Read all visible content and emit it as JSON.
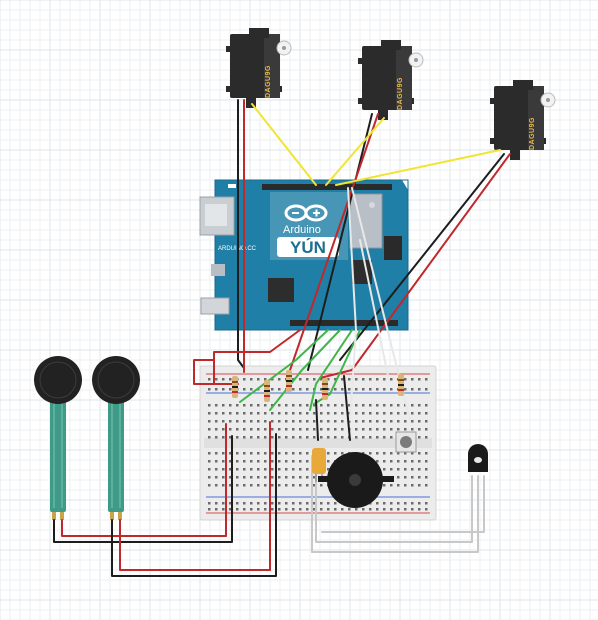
{
  "canvas": {
    "background": "#ffffff",
    "grid_color": "#e6eaee"
  },
  "colors": {
    "board": "#1f7fa6",
    "board_dark": "#176a8c",
    "breadboard": "#ececec",
    "servo_body": "#2b2b2b",
    "servo_label": "#e6b94a",
    "wire_red": "#c0282c",
    "wire_black": "#1d1d1d",
    "wire_yellow": "#f0e532",
    "wire_green": "#3fb54a",
    "wire_white": "#e8e8e8",
    "fsr_strip": "#3f9b88",
    "fsr_head": "#222222",
    "buzzer": "#1a1a1a",
    "button_cap": "#7b7b7b"
  },
  "servos": [
    {
      "label": "DAGU9G"
    },
    {
      "label": "DAGU9G"
    },
    {
      "label": "DAGU9G"
    }
  ],
  "board": {
    "brand": "Arduino",
    "model": "YÚN",
    "silk_left": "ARDUINO.CC",
    "icon": "infinity-logo-icon"
  },
  "components": {
    "sensors": [
      "force-sensor",
      "force-sensor"
    ],
    "resistors": 5,
    "capacitor": "capacitor-icon",
    "buzzer": "buzzer-icon",
    "pushbutton": "pushbutton-icon",
    "temperature_sensor": "temperature-sensor-icon"
  }
}
